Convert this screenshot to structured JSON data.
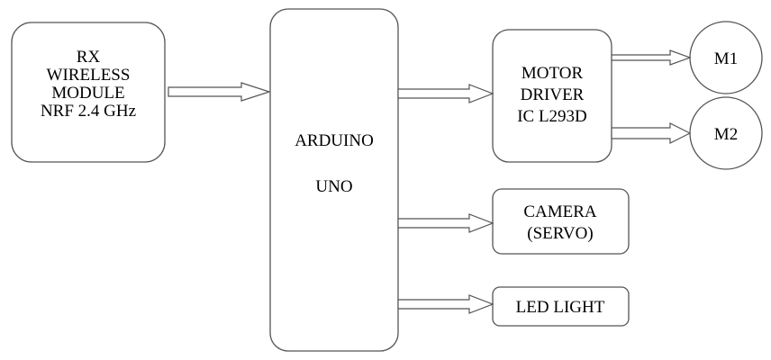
{
  "diagram": {
    "blocks": {
      "rx_module": {
        "lines": [
          "RX",
          "WIRELESS",
          "MODULE",
          "NRF 2.4 GHz"
        ]
      },
      "arduino": {
        "lines": [
          "ARDUINO",
          "UNO"
        ]
      },
      "motor_driver": {
        "lines": [
          "MOTOR",
          "DRIVER",
          "IC L293D"
        ]
      },
      "camera": {
        "lines": [
          "CAMERA",
          "(SERVO)"
        ]
      },
      "led_light": {
        "lines": [
          "LED LIGHT"
        ]
      },
      "m1": {
        "lines": [
          "M1"
        ]
      },
      "m2": {
        "lines": [
          "M2"
        ]
      }
    },
    "connections": [
      {
        "from": "rx_module",
        "to": "arduino"
      },
      {
        "from": "arduino",
        "to": "motor_driver"
      },
      {
        "from": "motor_driver",
        "to": "m1"
      },
      {
        "from": "motor_driver",
        "to": "m2"
      },
      {
        "from": "arduino",
        "to": "camera"
      },
      {
        "from": "arduino",
        "to": "led_light"
      }
    ]
  }
}
